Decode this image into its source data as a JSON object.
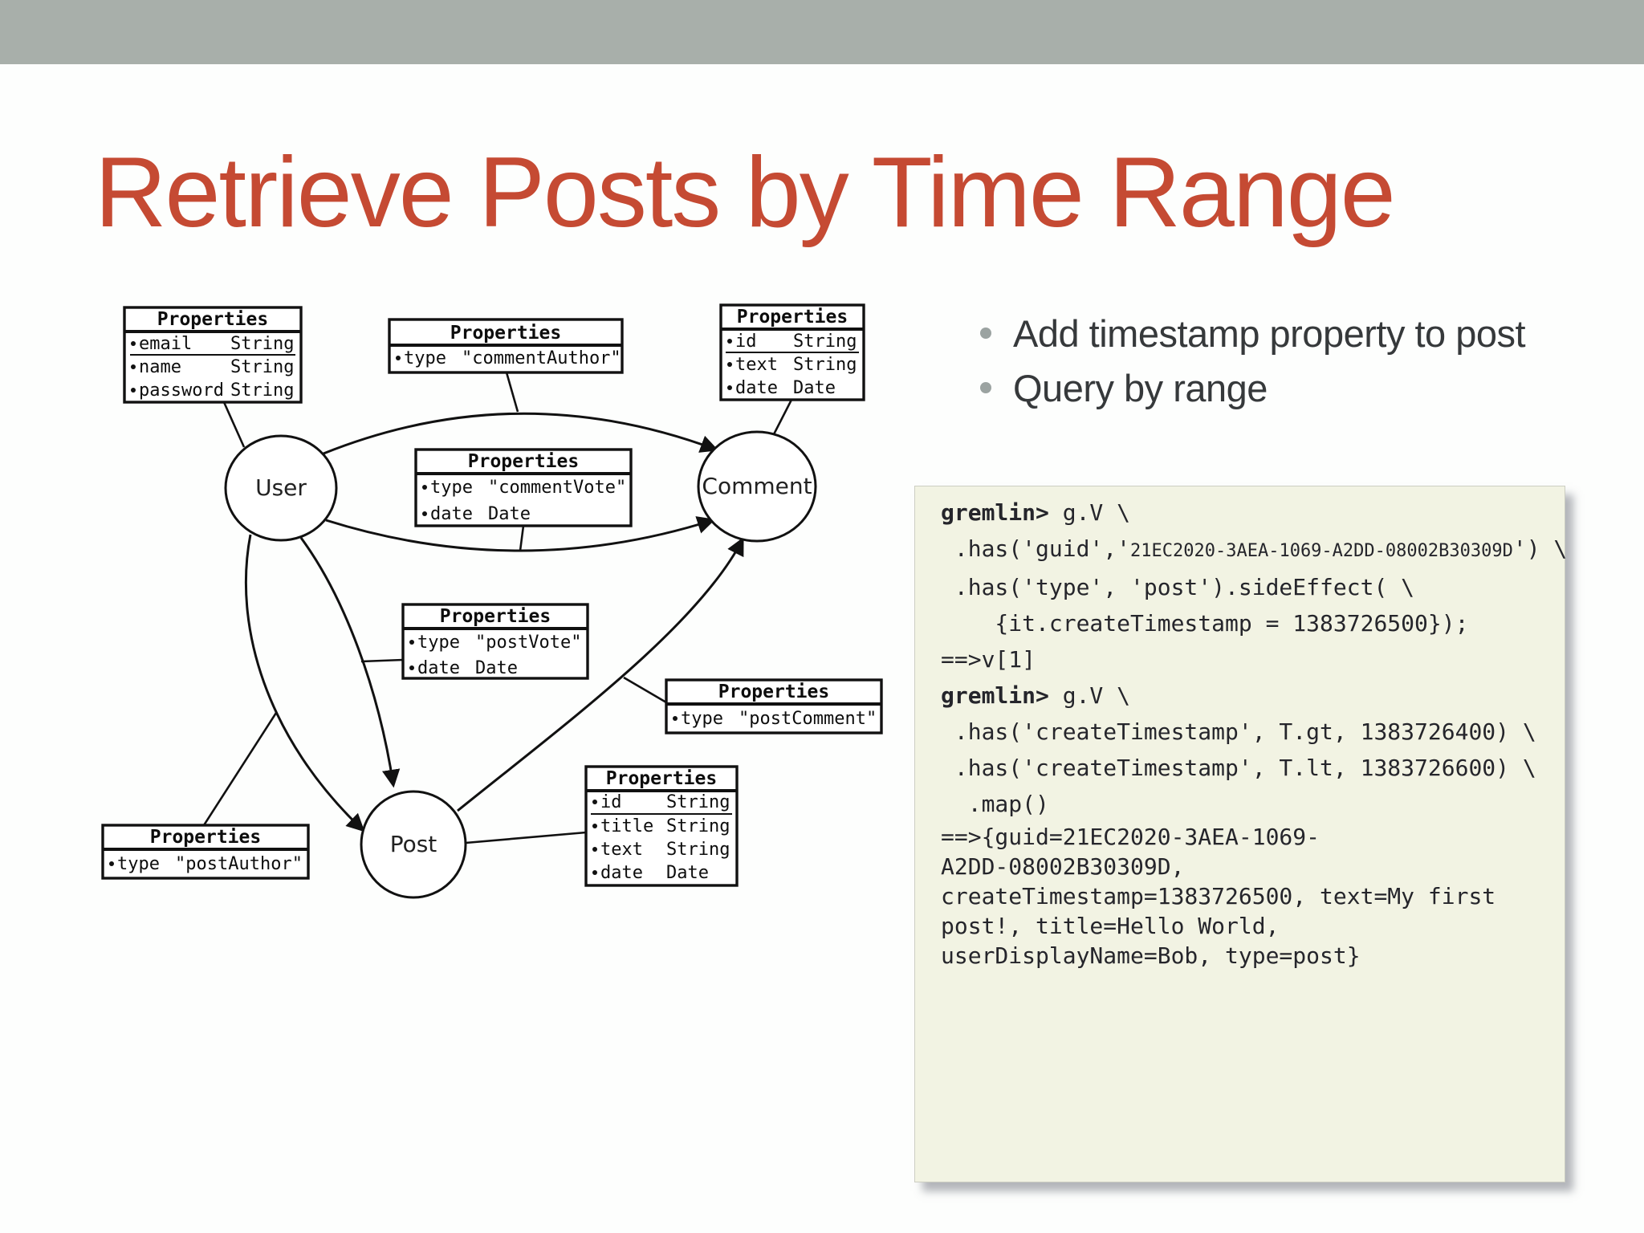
{
  "slide": {
    "title": "Retrieve Posts by Time Range"
  },
  "bullets": [
    {
      "text": "Add timestamp property to post"
    },
    {
      "text": "Query by range"
    }
  ],
  "diagram": {
    "nodes": {
      "user": "User",
      "comment": "Comment",
      "post": "Post"
    },
    "tables": {
      "user_props": {
        "header": "Properties",
        "rows": [
          {
            "name": "email",
            "type": "String"
          },
          {
            "name": "name",
            "type": "String"
          },
          {
            "name": "password",
            "type": "String"
          }
        ]
      },
      "comment_author": {
        "header": "Properties",
        "rows": [
          {
            "name": "type",
            "type": "\"commentAuthor\""
          }
        ]
      },
      "comment_props": {
        "header": "Properties",
        "rows": [
          {
            "name": "id",
            "type": "String"
          },
          {
            "name": "text",
            "type": "String"
          },
          {
            "name": "date",
            "type": "Date"
          }
        ]
      },
      "comment_vote": {
        "header": "Properties",
        "rows": [
          {
            "name": "type",
            "type": "\"commentVote\""
          },
          {
            "name": "date",
            "type": "Date"
          }
        ]
      },
      "post_vote": {
        "header": "Properties",
        "rows": [
          {
            "name": "type",
            "type": "\"postVote\""
          },
          {
            "name": "date",
            "type": "Date"
          }
        ]
      },
      "post_comment": {
        "header": "Properties",
        "rows": [
          {
            "name": "type",
            "type": "\"postComment\""
          }
        ]
      },
      "post_props": {
        "header": "Properties",
        "rows": [
          {
            "name": "id",
            "type": "String"
          },
          {
            "name": "title",
            "type": "String"
          },
          {
            "name": "text",
            "type": "String"
          },
          {
            "name": "date",
            "type": "Date"
          }
        ]
      },
      "post_author": {
        "header": "Properties",
        "rows": [
          {
            "name": "type",
            "type": "\"postAuthor\""
          }
        ]
      }
    }
  },
  "code": {
    "lines": [
      {
        "prompt": "gremlin>",
        "body": " g.V \\"
      },
      {
        "body": " .has('guid','",
        "small": "21EC2020-3AEA-1069-A2DD-08002B30309D",
        "tail": "') \\"
      },
      {
        "body": " .has('type', 'post').sideEffect( \\"
      },
      {
        "body": "    {it.createTimestamp = 1383726500});"
      },
      {
        "body": "==>v[1]"
      },
      {
        "prompt": "gremlin>",
        "body": " g.V \\"
      },
      {
        "body": " .has('createTimestamp', T.gt, 1383726400) \\"
      },
      {
        "body": " .has('createTimestamp', T.lt, 1383726600) \\"
      },
      {
        "body": "  .map()"
      },
      {
        "body": "==>{guid=21EC2020-3AEA-1069-"
      },
      {
        "body": "A2DD-08002B30309D,"
      },
      {
        "body": "createTimestamp=1383726500, text=My first"
      },
      {
        "body": "post!, title=Hello World,"
      },
      {
        "body": "userDisplayName=Bob, type=post}"
      }
    ]
  },
  "colors": {
    "accent_red": "#c54a33",
    "top_bar_gray": "#a8afaa",
    "code_background": "#f2f3e3",
    "code_text": "#25252b",
    "bullet_dot": "#9ba3a1",
    "diagram_ink": "#111111"
  }
}
